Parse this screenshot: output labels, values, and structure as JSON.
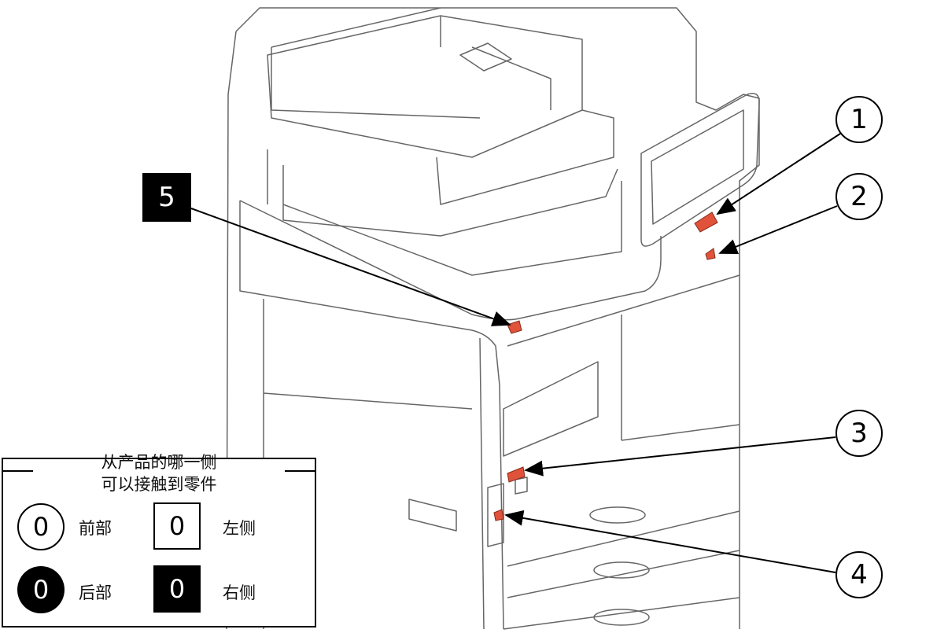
{
  "callouts": [
    {
      "label": "1",
      "style": "circle"
    },
    {
      "label": "2",
      "style": "circle"
    },
    {
      "label": "3",
      "style": "circle"
    },
    {
      "label": "4",
      "style": "circle"
    },
    {
      "label": "5",
      "style": "black-square"
    }
  ],
  "legend": {
    "title_line1": "从产品的哪一侧",
    "title_line2": "可以接触到零件",
    "items": [
      {
        "symbol": "0",
        "shape": "circle-outline",
        "label": "前部"
      },
      {
        "symbol": "0",
        "shape": "square-outline",
        "label": "左侧"
      },
      {
        "symbol": "0",
        "shape": "circle-filled",
        "label": "后部"
      },
      {
        "symbol": "0",
        "shape": "square-filled",
        "label": "右侧"
      }
    ]
  },
  "colors": {
    "part_highlight": "#e0533a",
    "line": "#555555"
  }
}
